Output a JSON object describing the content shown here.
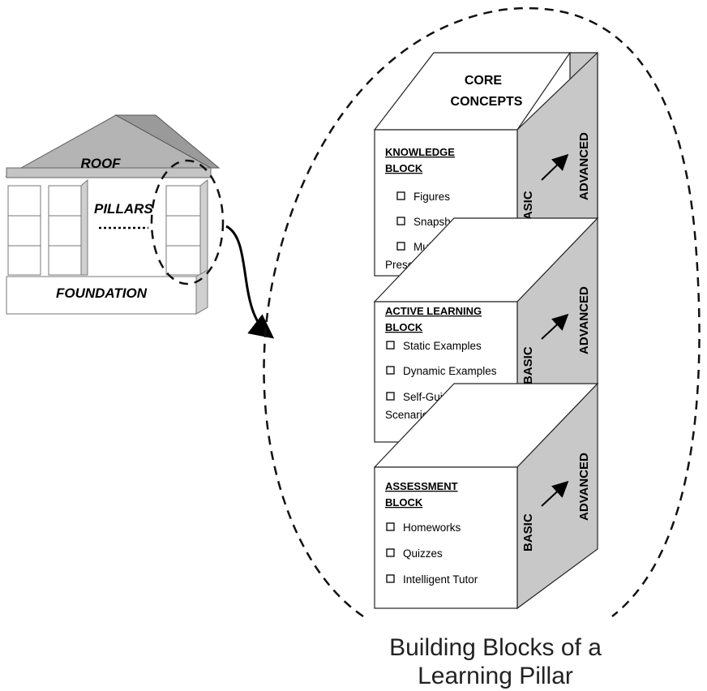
{
  "house": {
    "roof": "ROOF",
    "pillars": "PILLARS",
    "foundation": "FOUNDATION"
  },
  "core": {
    "line1": "CORE",
    "line2": "CONCEPTS"
  },
  "blocks": [
    {
      "title1": "KNOWLEDGE",
      "title2": "BLOCK",
      "items": [
        "Figures",
        "Snapshots",
        "Multimedia"
      ],
      "item_cont": "Presentation",
      "basic": "BASIC",
      "advanced": "ADVANCED"
    },
    {
      "title1": "ACTIVE LEARNING",
      "title2": "BLOCK",
      "items": [
        "Static Examples",
        "Dynamic Examples",
        "Self-Guided"
      ],
      "item_cont": "Scenarios",
      "basic": "BASIC",
      "advanced": "ADVANCED"
    },
    {
      "title1": "ASSESSMENT",
      "title2": "BLOCK",
      "items": [
        "Homeworks",
        "Quizzes",
        "Intelligent Tutor"
      ],
      "basic": "BASIC",
      "advanced": "ADVANCED"
    }
  ],
  "caption": {
    "line1": "Building Blocks of a",
    "line2": "Learning Pillar"
  },
  "colors": {
    "side_face": "#c8c8c8",
    "roof": "#b4b4b4",
    "line": "#111111"
  }
}
